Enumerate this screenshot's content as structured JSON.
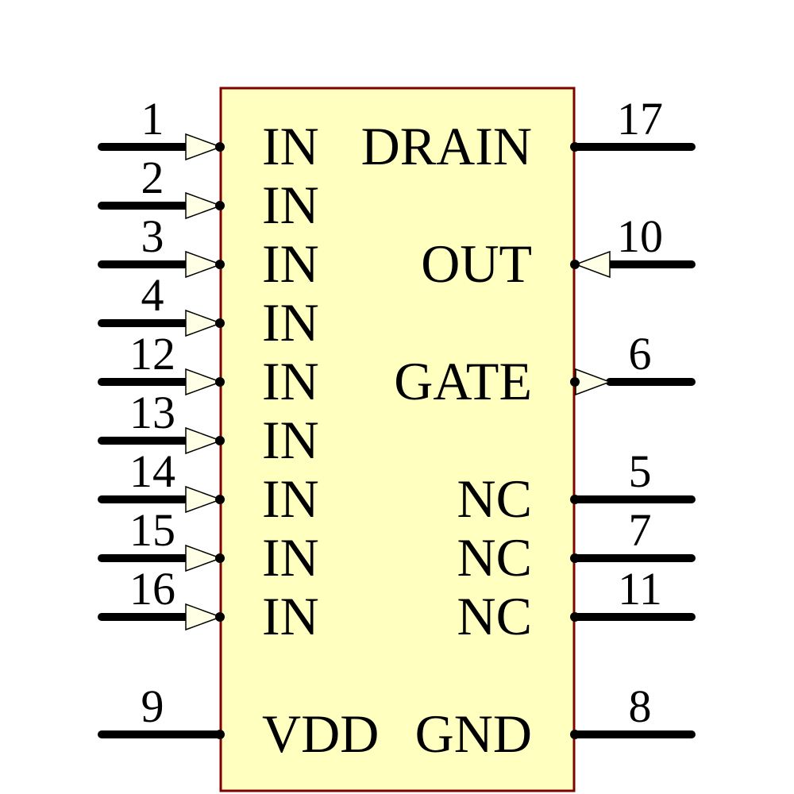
{
  "diagram": {
    "type": "ic-schematic-symbol",
    "background_color": "#FFFFFF",
    "body": {
      "fill_color": "#FFFFC0",
      "border_color": "#800000"
    },
    "wire_color": "#000000",
    "arrow_fill_color": "#FFFFE6",
    "arrow_stroke_color": "#000000",
    "text_color": "#000000",
    "left_pins": [
      {
        "number": "1",
        "label": "IN",
        "row": 0,
        "arrow": "in"
      },
      {
        "number": "2",
        "label": "IN",
        "row": 1,
        "arrow": "in"
      },
      {
        "number": "3",
        "label": "IN",
        "row": 2,
        "arrow": "in"
      },
      {
        "number": "4",
        "label": "IN",
        "row": 3,
        "arrow": "in"
      },
      {
        "number": "12",
        "label": "IN",
        "row": 4,
        "arrow": "in"
      },
      {
        "number": "13",
        "label": "IN",
        "row": 5,
        "arrow": "in"
      },
      {
        "number": "14",
        "label": "IN",
        "row": 6,
        "arrow": "in"
      },
      {
        "number": "15",
        "label": "IN",
        "row": 7,
        "arrow": "in"
      },
      {
        "number": "16",
        "label": "IN",
        "row": 8,
        "arrow": "in"
      },
      {
        "number": "9",
        "label": "VDD",
        "row": 10,
        "arrow": "none"
      }
    ],
    "right_pins": [
      {
        "number": "17",
        "label": "DRAIN",
        "row": 0,
        "arrow": "none"
      },
      {
        "number": "10",
        "label": "OUT",
        "row": 2,
        "arrow": "in"
      },
      {
        "number": "6",
        "label": "GATE",
        "row": 4,
        "arrow": "out"
      },
      {
        "number": "5",
        "label": "NC",
        "row": 6,
        "arrow": "none"
      },
      {
        "number": "7",
        "label": "NC",
        "row": 7,
        "arrow": "none"
      },
      {
        "number": "11",
        "label": "NC",
        "row": 8,
        "arrow": "none"
      },
      {
        "number": "8",
        "label": "GND",
        "row": 10,
        "arrow": "none"
      }
    ]
  }
}
